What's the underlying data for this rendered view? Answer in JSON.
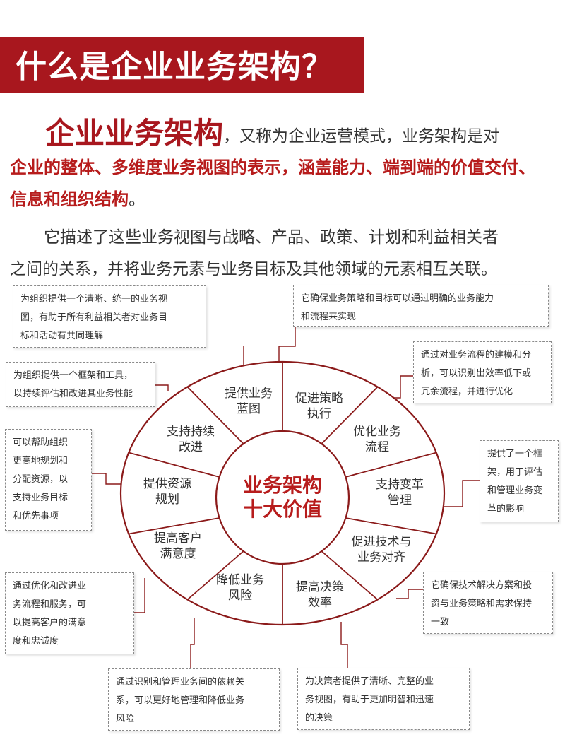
{
  "header": {
    "title": "什么是企业业务架构？"
  },
  "intro": {
    "term": "企业业务架构",
    "line1_rest": "，又称为企业运营模式，业务架构是对",
    "line2": "企业的整体、多维度业务视图的表示，涵盖能力、端到端的价值交付、",
    "line3_red": "信息和组织结构",
    "line3_tail": "。",
    "line4": "它描述了这些业务视图与战略、产品、政策、计划和利益相关者",
    "line5": "之间的关系，并将业务元素与业务目标及其他领域的元素相互关联。"
  },
  "diagram": {
    "center": {
      "line1": "业务架构",
      "line2": "十大价值"
    },
    "segments": [
      {
        "line1": "提供业务",
        "line2": "蓝图"
      },
      {
        "line1": "促进策略",
        "line2": "执行"
      },
      {
        "line1": "优化业务",
        "line2": "流程"
      },
      {
        "line1": "支持变革",
        "line2": "管理"
      },
      {
        "line1": "促进技术与",
        "line2": "业务对齐"
      },
      {
        "line1": "提高决策",
        "line2": "效率"
      },
      {
        "line1": "降低业务",
        "line2": "风险"
      },
      {
        "line1": "提高客户",
        "line2": "满意度"
      },
      {
        "line1": "提供资源",
        "line2": "规划"
      },
      {
        "line1": "支持持续",
        "line2": "改进"
      }
    ],
    "notes": [
      {
        "lines": [
          "为组织提供一个清晰、统一的业务视",
          "图，有助于所有利益相关者对业务目",
          "标和活动有共同理解"
        ]
      },
      {
        "lines": [
          "它确保业务策略和目标可以通过明确的业务能力",
          "和流程来实现"
        ]
      },
      {
        "lines": [
          "通过对业务流程的建模和分",
          "析，可以识别出效率低下或",
          "冗余流程，并进行优化"
        ]
      },
      {
        "lines": [
          "提供了一个框",
          "架，用于评估",
          "和管理业务变",
          "革的影响"
        ]
      },
      {
        "lines": [
          "它确保技术解决方案和投",
          "资与业务策略和需求保持",
          "一致"
        ]
      },
      {
        "lines": [
          "为决策者提供了清晰、完整的业",
          "务视图，有助于更加明智和迅速",
          "的决策"
        ]
      },
      {
        "lines": [
          "通过识别和管理业务间的依赖关",
          "系，可以更好地管理和降低业务",
          "风险"
        ]
      },
      {
        "lines": [
          "通过优化和改进业",
          "务流程和服务，可",
          "以提高客户的满意",
          "度和忠诚度"
        ]
      },
      {
        "lines": [
          "可以帮助组织",
          "更高地规划和",
          "分配资源，以",
          "支持业务目标",
          "和优先事项"
        ]
      },
      {
        "lines": [
          "为组织提供一个框架和工具，",
          "以持续评估和改进其业务性能"
        ]
      }
    ]
  },
  "colors": {
    "accent": "#a8171e",
    "accent_text": "#b71c1c",
    "outline": "#8b1a1a"
  }
}
